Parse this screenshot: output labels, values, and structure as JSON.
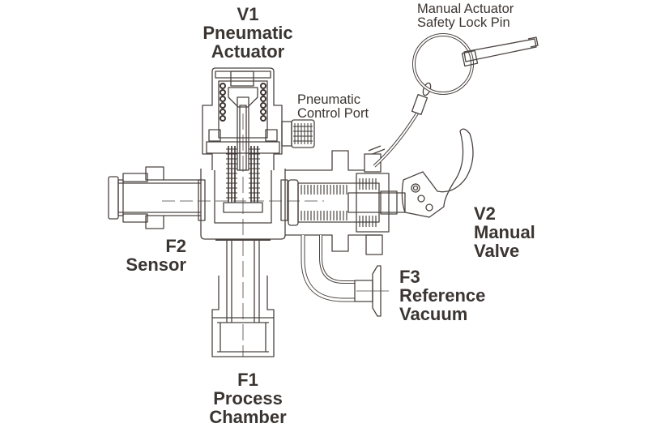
{
  "diagram": {
    "type": "valve-assembly-cross-section",
    "colors": {
      "ink": "#3b3532",
      "line": "#4a4340",
      "background": "#ffffff"
    },
    "labels": {
      "v1": {
        "id": "V1",
        "line1": "Pneumatic",
        "line2": "Actuator"
      },
      "safety_pin": {
        "line1": "Manual Actuator",
        "line2": "Safety Lock Pin"
      },
      "control_port": {
        "line1": "Pneumatic",
        "line2": "Control Port"
      },
      "f2": {
        "id": "F2",
        "line1": "Sensor"
      },
      "v2": {
        "id": "V2",
        "line1": "Manual",
        "line2": "Valve"
      },
      "f3": {
        "id": "F3",
        "line1": "Reference",
        "line2": "Vacuum"
      },
      "f1": {
        "id": "F1",
        "line1": "Process",
        "line2": "Chamber"
      }
    },
    "components": [
      "pneumatic-actuator-v1",
      "pneumatic-control-port",
      "sensor-port-f2",
      "process-chamber-port-f1",
      "manual-valve-v2",
      "manual-valve-lever",
      "safety-lock-pin",
      "lanyard",
      "reference-vacuum-port-f3"
    ]
  }
}
